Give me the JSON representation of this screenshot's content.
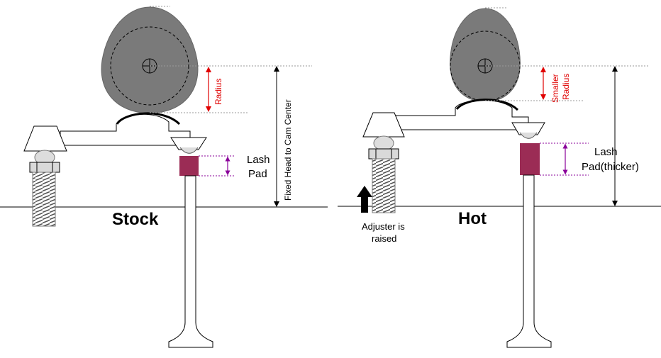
{
  "stock": {
    "title": "Stock",
    "radius_label": "Radius",
    "lash_pad_line1": "Lash",
    "lash_pad_line2": "Pad",
    "fixed_head_label": "Fixed Head to Cam Center"
  },
  "hot": {
    "title": "Hot",
    "radius_line1": "Smaller",
    "radius_line2": "Radius",
    "lash_pad_line1": "Lash",
    "lash_pad_line2": "Pad(thicker)",
    "adjuster_line1": "Adjuster is",
    "adjuster_line2": "raised"
  },
  "colors": {
    "cam": "#7a7a7a",
    "lash_pad": "#9b2c55",
    "radius_arrow": "#e00000",
    "pad_arrow": "#8a009a",
    "outline": "#000000"
  }
}
